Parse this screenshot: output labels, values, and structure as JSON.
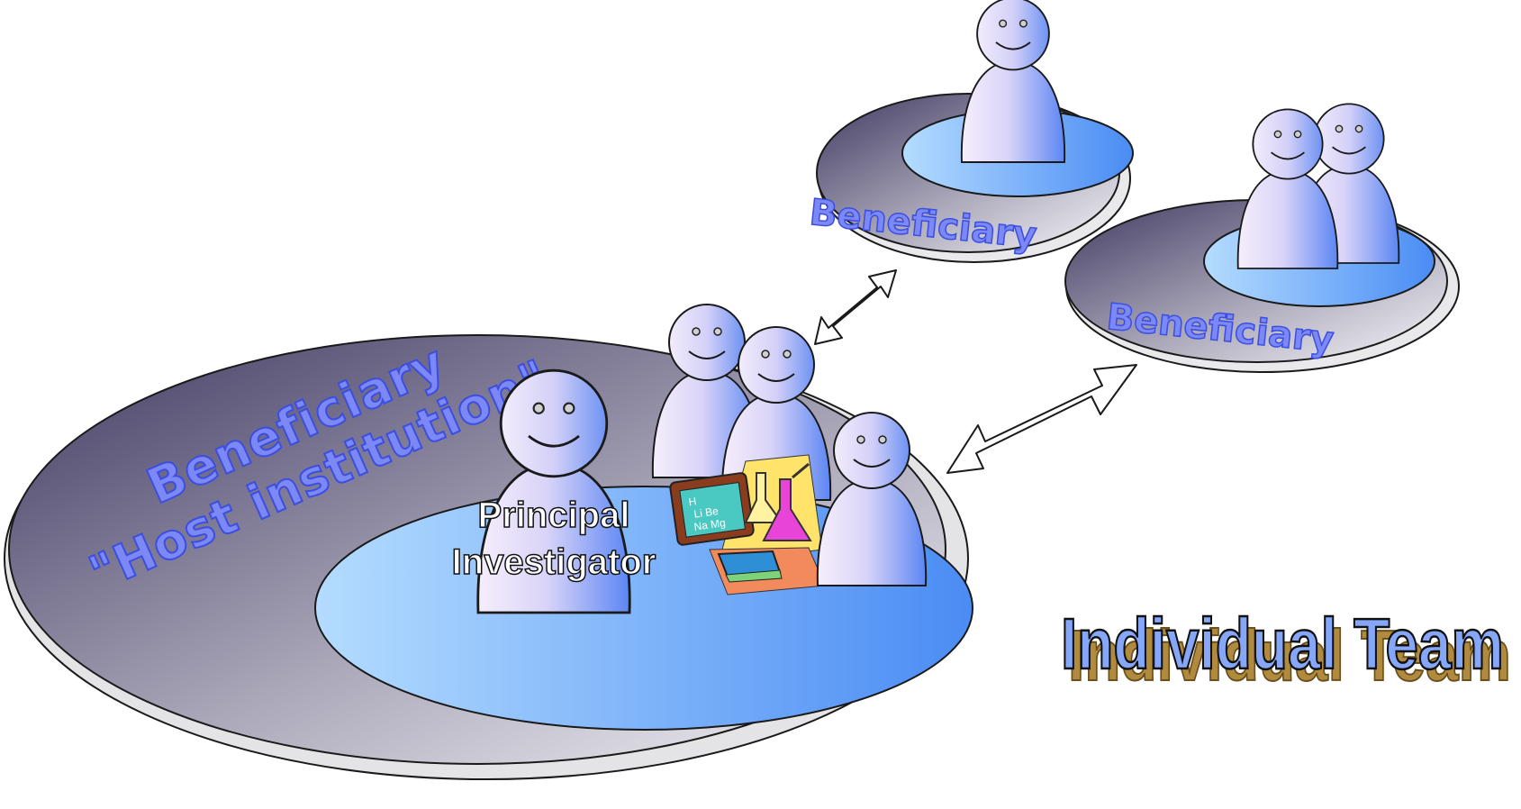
{
  "diagram": {
    "main_org_line1": "Beneficiary",
    "main_org_line2": "\"Host institution\"",
    "pi_line1": "Principal",
    "pi_line2": "Investigator",
    "beneficiary_top": "Beneficiary",
    "beneficiary_right": "Beneficiary",
    "title": "Individual Team"
  },
  "colors": {
    "disc_dark": "#4a4366",
    "disc_light": "#f5f5f7",
    "pool_light": "#a9d6ff",
    "pool_dark": "#4e8ff5",
    "person_light": "#f4ecfb",
    "person_dark": "#5b86f3",
    "label_fill": "#6f7ef5",
    "title_fill": "#7fa0f8",
    "title_shadow": "#8a6a2c"
  }
}
